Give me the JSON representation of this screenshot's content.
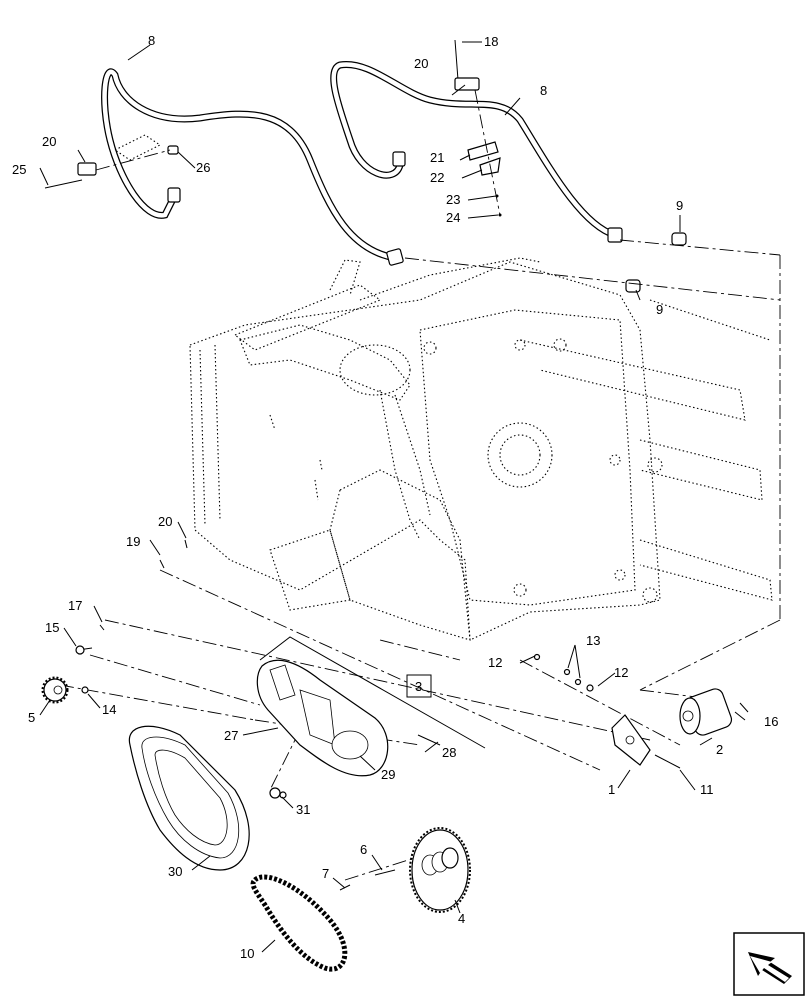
{
  "callouts": [
    {
      "id": "c1",
      "label": "1"
    },
    {
      "id": "c2",
      "label": "2"
    },
    {
      "id": "c3",
      "label": "3"
    },
    {
      "id": "c4",
      "label": "4"
    },
    {
      "id": "c5",
      "label": "5"
    },
    {
      "id": "c6",
      "label": "6"
    },
    {
      "id": "c7",
      "label": "7"
    },
    {
      "id": "c8a",
      "label": "8"
    },
    {
      "id": "c8b",
      "label": "8"
    },
    {
      "id": "c9a",
      "label": "9"
    },
    {
      "id": "c9b",
      "label": "9"
    },
    {
      "id": "c10",
      "label": "10"
    },
    {
      "id": "c11",
      "label": "11"
    },
    {
      "id": "c12a",
      "label": "12"
    },
    {
      "id": "c12b",
      "label": "12"
    },
    {
      "id": "c13",
      "label": "13"
    },
    {
      "id": "c14",
      "label": "14"
    },
    {
      "id": "c15",
      "label": "15"
    },
    {
      "id": "c16",
      "label": "16"
    },
    {
      "id": "c17",
      "label": "17"
    },
    {
      "id": "c18",
      "label": "18"
    },
    {
      "id": "c19",
      "label": "19"
    },
    {
      "id": "c20a",
      "label": "20"
    },
    {
      "id": "c20b",
      "label": "20"
    },
    {
      "id": "c20c",
      "label": "20"
    },
    {
      "id": "c21",
      "label": "21"
    },
    {
      "id": "c22",
      "label": "22"
    },
    {
      "id": "c23",
      "label": "23"
    },
    {
      "id": "c24",
      "label": "24"
    },
    {
      "id": "c25",
      "label": "25"
    },
    {
      "id": "c26",
      "label": "26"
    },
    {
      "id": "c27",
      "label": "27"
    },
    {
      "id": "c28",
      "label": "28"
    },
    {
      "id": "c29",
      "label": "29"
    },
    {
      "id": "c30",
      "label": "30"
    },
    {
      "id": "c31",
      "label": "31"
    }
  ],
  "nav_icon": "orientation-arrow-icon"
}
